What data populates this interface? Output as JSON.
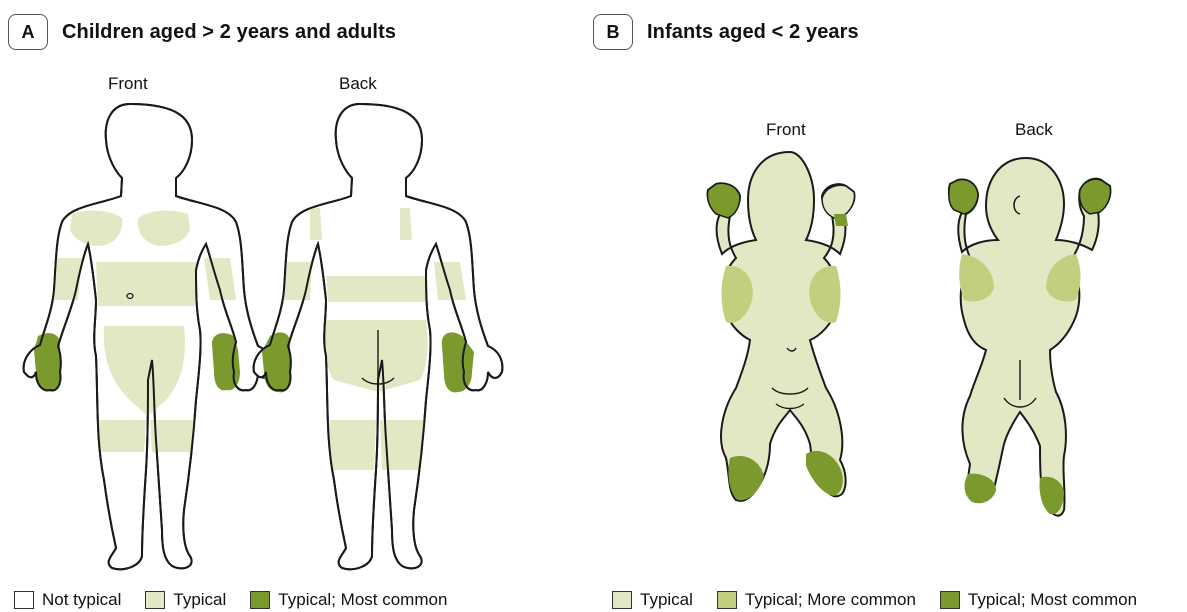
{
  "colors": {
    "not_typical": "#ffffff",
    "typical": "#e3e8c4",
    "more_common": "#c2cf7f",
    "most_common": "#7a9a2e",
    "outline": "#1a1a1a"
  },
  "panels": {
    "a": {
      "badge": "A",
      "title": "Children aged > 2 years and adults",
      "front_label": "Front",
      "back_label": "Back",
      "legend": [
        {
          "label": "Not typical",
          "color": "#ffffff"
        },
        {
          "label": "Typical",
          "color": "#e3e8c4"
        },
        {
          "label": "Typical; Most common",
          "color": "#7a9a2e"
        }
      ]
    },
    "b": {
      "badge": "B",
      "title": "Infants aged < 2 years",
      "front_label": "Front",
      "back_label": "Back",
      "legend": [
        {
          "label": "Typical",
          "color": "#e3e8c4"
        },
        {
          "label": "Typical; More common",
          "color": "#c2cf7f"
        },
        {
          "label": "Typical; Most common",
          "color": "#7a9a2e"
        }
      ]
    }
  }
}
